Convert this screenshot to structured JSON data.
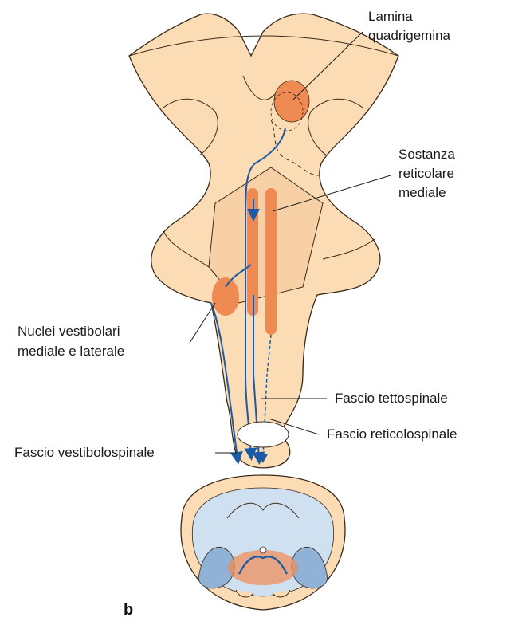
{
  "figure_letter": "b",
  "labels": {
    "lamina_1": "Lamina",
    "lamina_2": "quadrigemina",
    "sostanza_1": "Sostanza",
    "sostanza_2": "reticolare",
    "sostanza_3": "mediale",
    "nuclei_1": "Nuclei vestibolari",
    "nuclei_2": "mediale e laterale",
    "tettospinale": "Fascio tettospinale",
    "reticolospinale": "Fascio reticolospinale",
    "vestibolospinale": "Fascio vestibolospinale"
  },
  "colors": {
    "tissue": "#fbdcb4",
    "outline": "#3a2a1a",
    "nucleus": "#ef8a52",
    "tract": "#1a5aa6",
    "white_matter_blue": "#cfe0f0",
    "grey_matter_blue": "#8fb2d6"
  }
}
